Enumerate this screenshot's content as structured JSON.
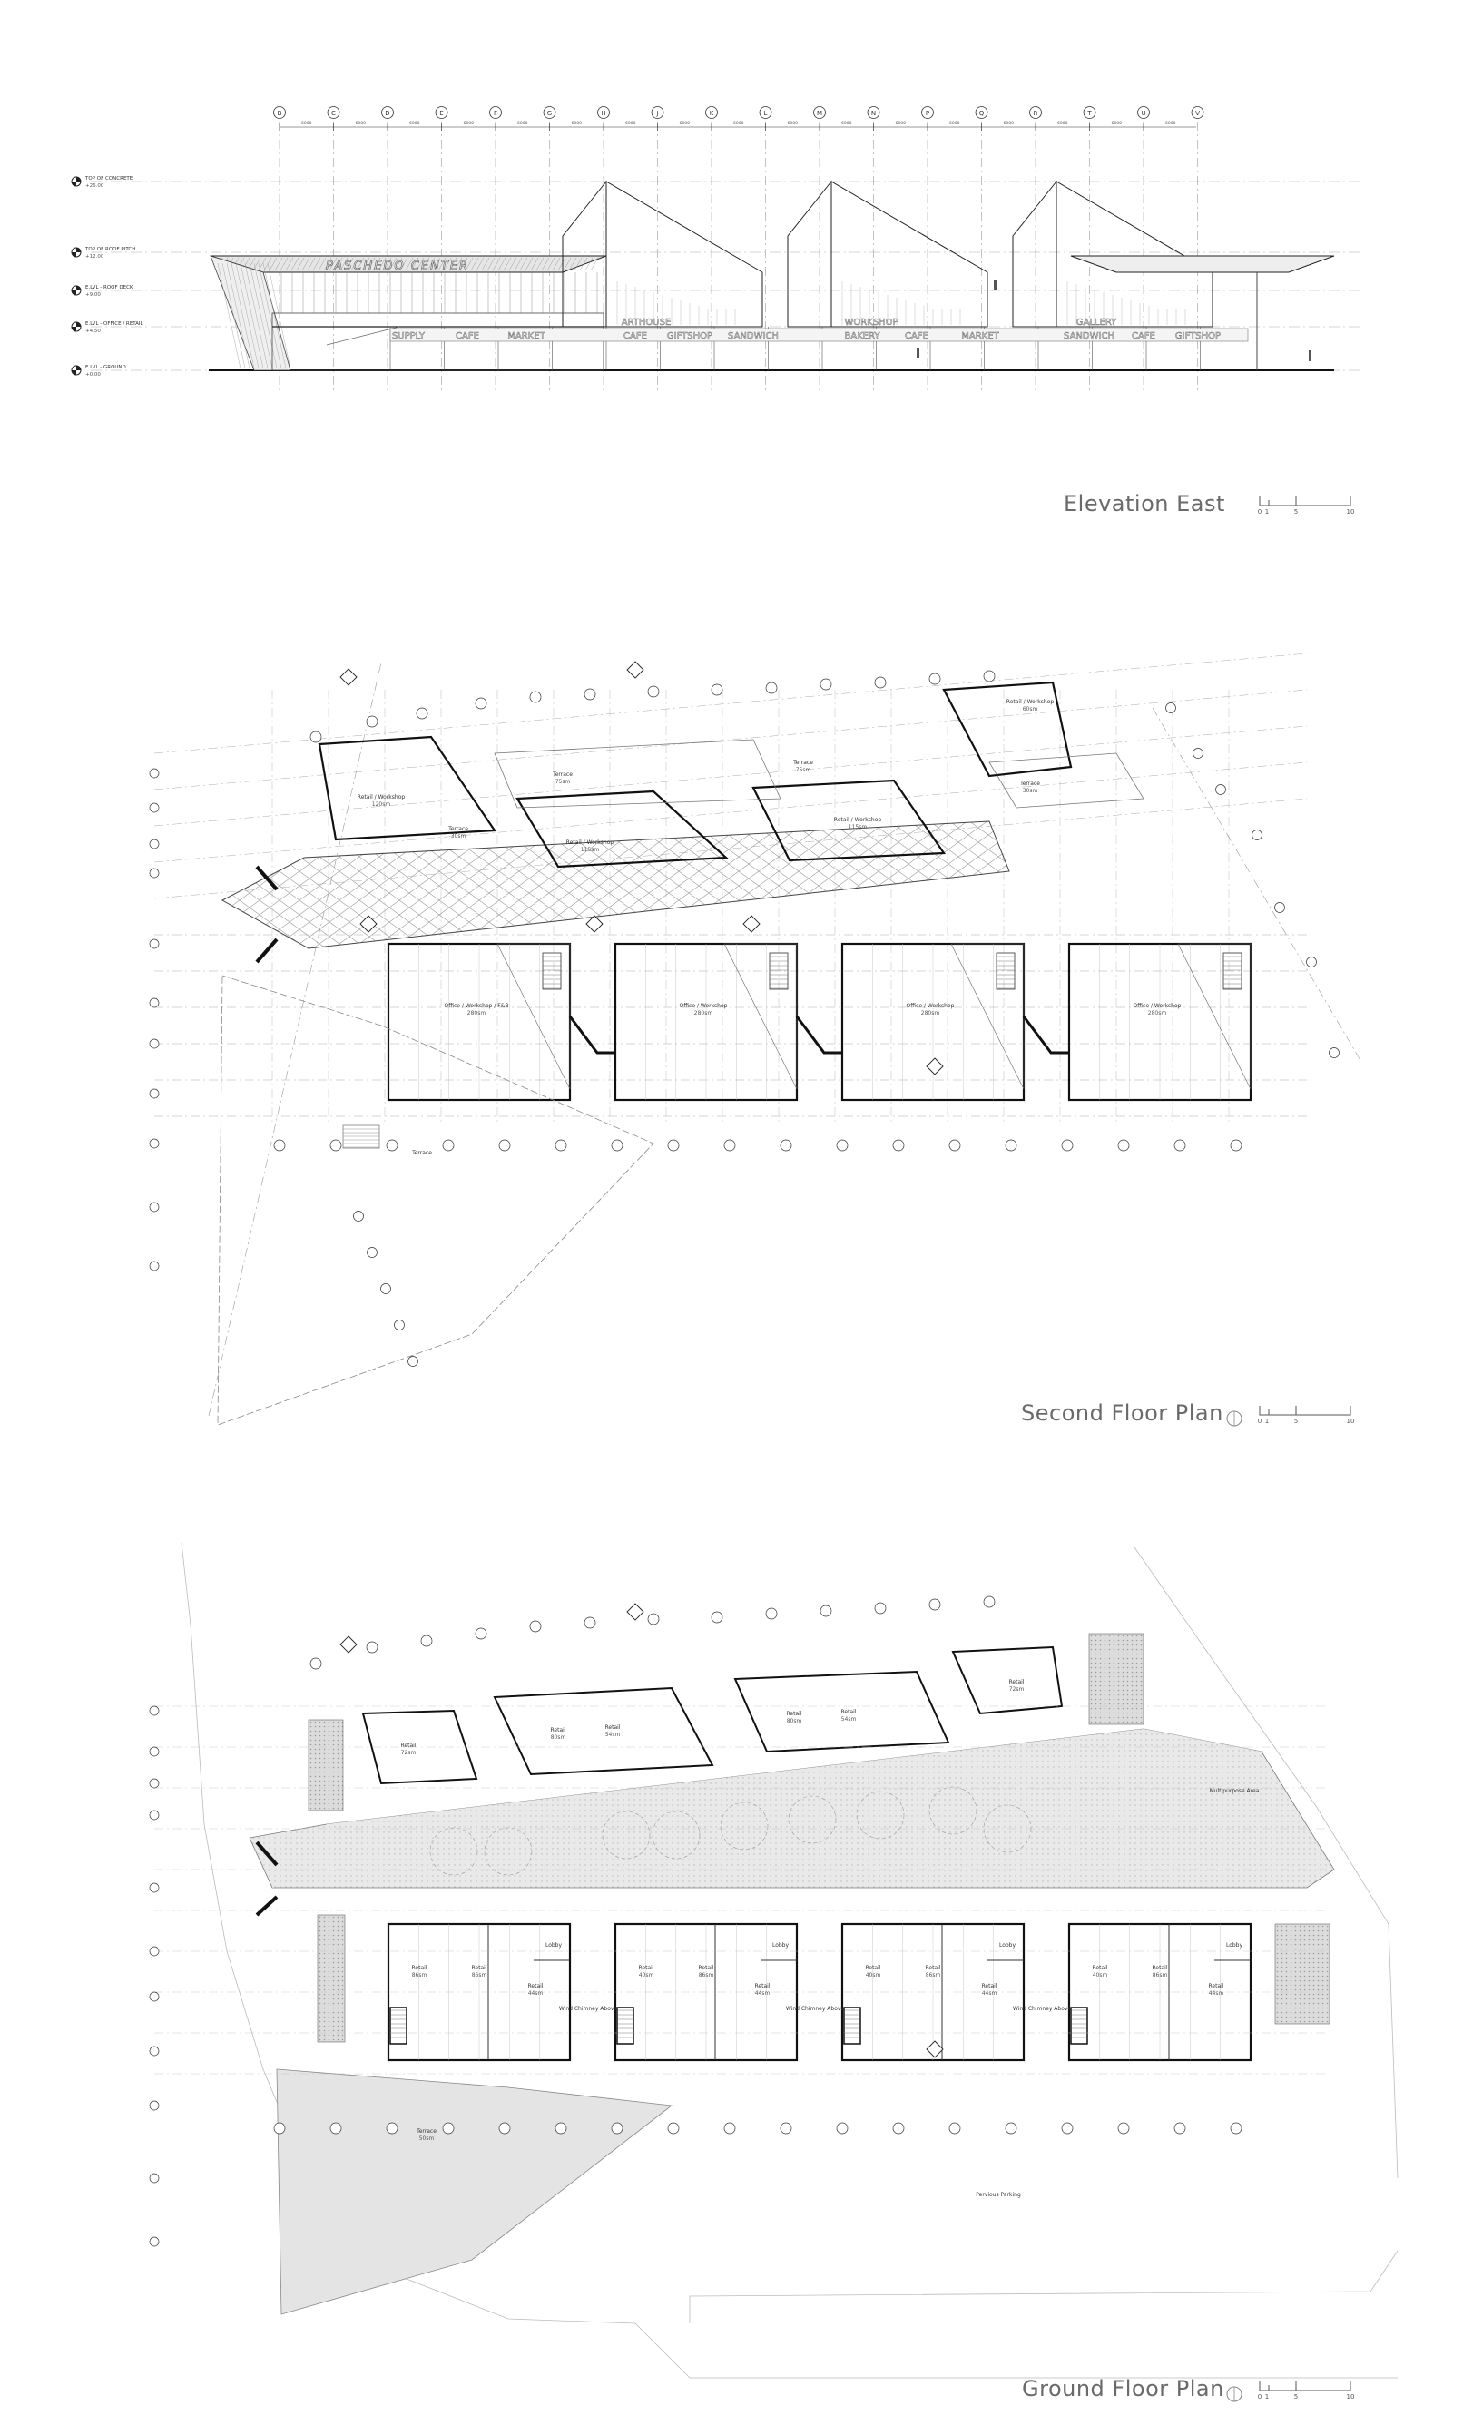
{
  "drawings": {
    "elevation": {
      "title": "Elevation East"
    },
    "second_floor": {
      "title": "Second Floor Plan"
    },
    "ground_floor": {
      "title": "Ground Floor Plan"
    }
  },
  "grid_letters": [
    "B",
    "C",
    "D",
    "E",
    "F",
    "G",
    "H",
    "J",
    "K",
    "L",
    "M",
    "N",
    "P",
    "Q",
    "R",
    "T",
    "U",
    "V"
  ],
  "levels": [
    {
      "name": "TOP OF CONCRETE",
      "value": "+26.00"
    },
    {
      "name": "TOP OF ROOF PITCH",
      "value": "+12.00"
    },
    {
      "name": "E.LVL - ROOF DECK",
      "value": "+9.00"
    },
    {
      "name": "E.LVL - OFFICE / RETAIL",
      "value": "+4.50"
    },
    {
      "name": "E.LVL - GROUND",
      "value": "+0.00"
    }
  ],
  "facade": {
    "banner": "PASCHEDO CENTER",
    "lower_signs": [
      "SUPPLY",
      "CAFE",
      "MARKET",
      "CAFE",
      "GIFTSHOP",
      "SANDWICH",
      "BAKERY",
      "CAFE",
      "MARKET",
      "SANDWICH",
      "CAFE",
      "GIFTSHOP"
    ],
    "upper_signs": [
      "ARTHOUSE",
      "WORKSHOP",
      "GALLERY"
    ]
  },
  "scale_bar": {
    "labels": [
      "0",
      "1",
      "5",
      "10"
    ]
  },
  "second_floor_rooms": [
    {
      "name": "Retail / Workshop",
      "area": "120sm"
    },
    {
      "name": "Terrace",
      "area": "75sm"
    },
    {
      "name": "Terrace",
      "area": "75sm"
    },
    {
      "name": "Retail / Workshop",
      "area": "60sm"
    },
    {
      "name": "Terrace",
      "area": "30sm"
    },
    {
      "name": "Retail / Workshop",
      "area": "115sm"
    },
    {
      "name": "Retail / Workshop",
      "area": "115sm"
    },
    {
      "name": "Terrace",
      "area": "30sm"
    },
    {
      "name": "Office / Workshop / F&B",
      "area": "280sm"
    },
    {
      "name": "Office / Workshop",
      "area": "280sm"
    },
    {
      "name": "Office / Workshop",
      "area": "280sm"
    },
    {
      "name": "Office / Workshop",
      "area": "280sm"
    },
    {
      "name": "Terrace",
      "area": ""
    }
  ],
  "ground_floor_rooms": [
    {
      "name": "Retail",
      "area": "72sm"
    },
    {
      "name": "Retail",
      "area": "80sm"
    },
    {
      "name": "Retail",
      "area": "54sm"
    },
    {
      "name": "Retail",
      "area": "80sm"
    },
    {
      "name": "Retail",
      "area": "54sm"
    },
    {
      "name": "Retail",
      "area": "72sm"
    },
    {
      "name": "Multipurpose Area",
      "area": ""
    },
    {
      "name": "Retail",
      "area": "86sm"
    },
    {
      "name": "Retail",
      "area": "86sm"
    },
    {
      "name": "Retail",
      "area": "44sm"
    },
    {
      "name": "Lobby",
      "area": ""
    },
    {
      "name": "Wind Chimney Above",
      "area": ""
    },
    {
      "name": "Retail",
      "area": "40sm"
    },
    {
      "name": "Retail",
      "area": "86sm"
    },
    {
      "name": "Retail",
      "area": "44sm"
    },
    {
      "name": "Lobby",
      "area": ""
    },
    {
      "name": "Wind Chimney Above",
      "area": ""
    },
    {
      "name": "Retail",
      "area": "40sm"
    },
    {
      "name": "Retail",
      "area": "86sm"
    },
    {
      "name": "Retail",
      "area": "44sm"
    },
    {
      "name": "Lobby",
      "area": ""
    },
    {
      "name": "Wind Chimney Above",
      "area": ""
    },
    {
      "name": "Retail",
      "area": "40sm"
    },
    {
      "name": "Retail",
      "area": "86sm"
    },
    {
      "name": "Retail",
      "area": "44sm"
    },
    {
      "name": "Lobby",
      "area": ""
    },
    {
      "name": "Terrace",
      "area": "50sm"
    },
    {
      "name": "Pervious Parking",
      "area": ""
    }
  ]
}
